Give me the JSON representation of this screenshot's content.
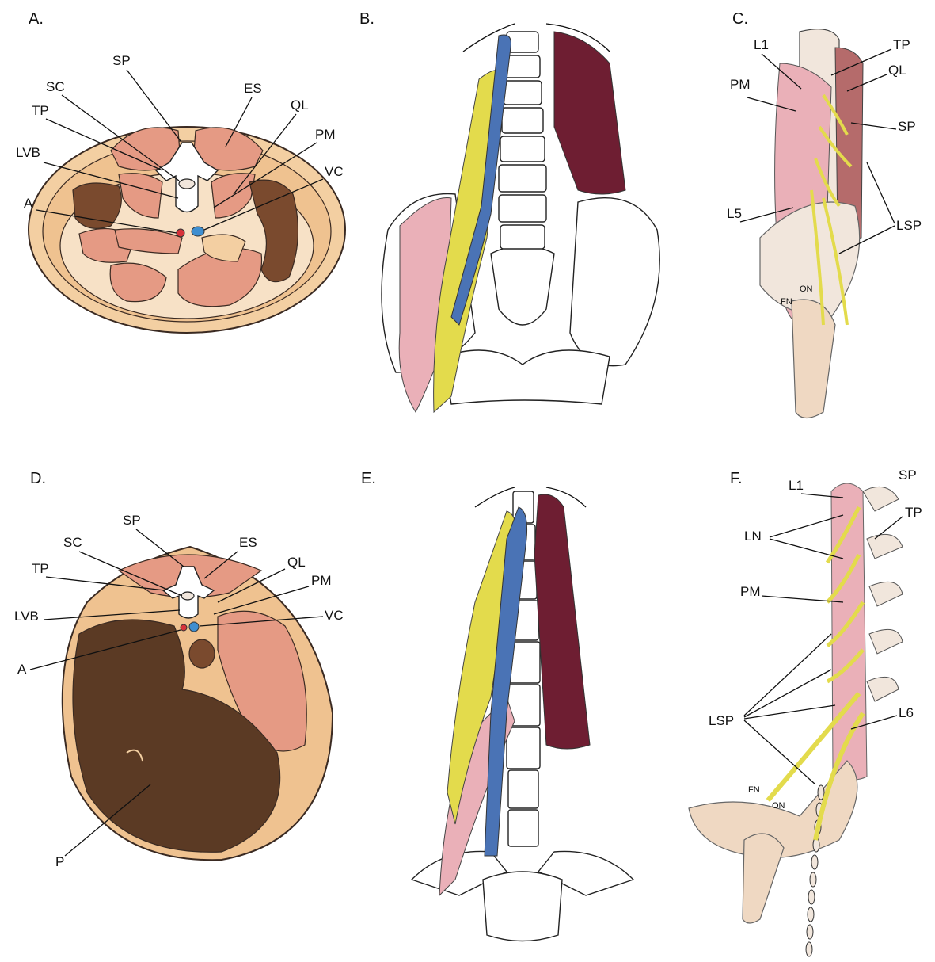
{
  "colors": {
    "muscle": "#e59a84",
    "muscle_dark": "#c8685a",
    "skin": "#f3cfa2",
    "fat": "#efc290",
    "kidney": "#7a4a2e",
    "liver": "#5b3a24",
    "bone": "#ffffff",
    "aorta": "#d7323a",
    "vena_cava": "#3e8ed0",
    "psoas_blue": "#4a73b5",
    "nerve_yellow": "#e3db4c",
    "ql_maroon": "#6e1e32",
    "pink_muscle": "#eab0b8",
    "ivory_bone": "#f1e6dc"
  },
  "panels": {
    "a": {
      "letter": "A.",
      "labels": {
        "sp": "SP",
        "sc": "SC",
        "es": "ES",
        "ql": "QL",
        "tp": "TP",
        "pm": "PM",
        "lvb": "LVB",
        "vc": "VC",
        "a": "A"
      }
    },
    "b": {
      "letter": "B."
    },
    "c": {
      "letter": "C.",
      "labels": {
        "l1": "L1",
        "tp": "TP",
        "ql": "QL",
        "pm": "PM",
        "sp": "SP",
        "l5": "L5",
        "lsp": "LSP",
        "on": "ON",
        "fn": "FN"
      }
    },
    "d": {
      "letter": "D.",
      "labels": {
        "sp": "SP",
        "sc": "SC",
        "es": "ES",
        "ql": "QL",
        "tp": "TP",
        "pm": "PM",
        "lvb": "LVB",
        "vc": "VC",
        "a": "A",
        "p": "P"
      }
    },
    "e": {
      "letter": "E."
    },
    "f": {
      "letter": "F.",
      "labels": {
        "l1": "L1",
        "sp": "SP",
        "tp": "TP",
        "ln": "LN",
        "pm": "PM",
        "lsp": "LSP",
        "l6": "L6",
        "fn": "FN",
        "on": "ON"
      }
    }
  }
}
